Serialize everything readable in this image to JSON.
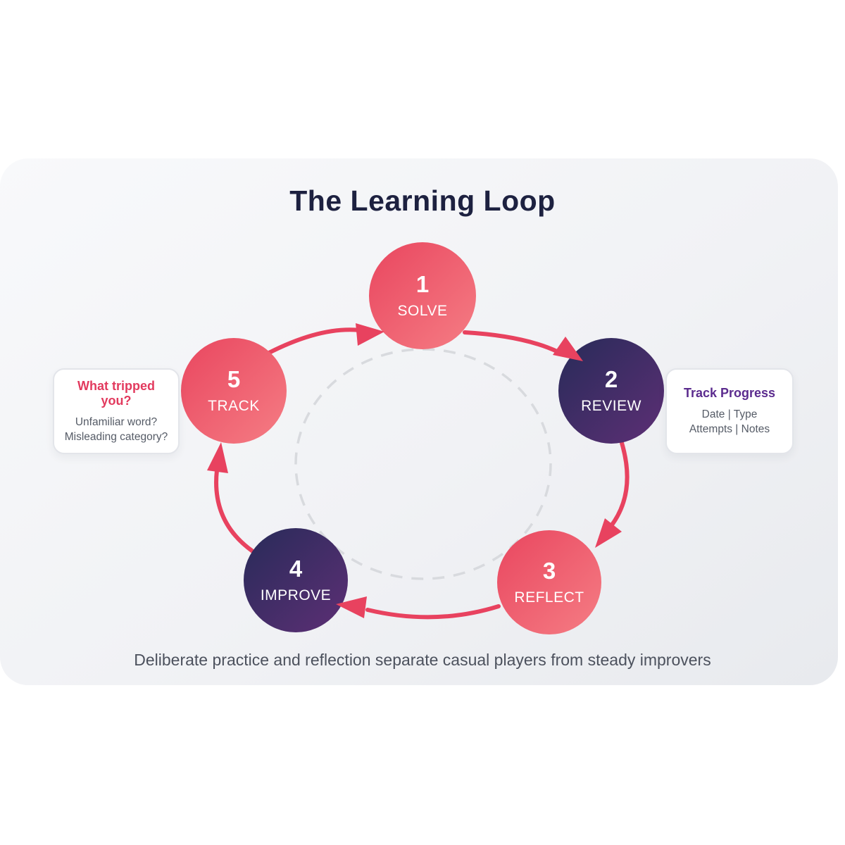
{
  "title": "The Learning Loop",
  "caption": "Deliberate practice and reflection separate casual players from steady improvers",
  "steps": [
    {
      "number": "1",
      "label": "SOLVE"
    },
    {
      "number": "2",
      "label": "REVIEW"
    },
    {
      "number": "3",
      "label": "REFLECT"
    },
    {
      "number": "4",
      "label": "IMPROVE"
    },
    {
      "number": "5",
      "label": "TRACK"
    }
  ],
  "callouts": {
    "left": {
      "title": "What tripped you?",
      "lines": [
        "Unfamiliar word?",
        "Misleading category?"
      ]
    },
    "right": {
      "title": "Track Progress",
      "lines": [
        "Date | Type",
        "Attempts | Notes"
      ]
    }
  },
  "colors": {
    "accent_red": "#e8425f",
    "accent_navy": "#282b59",
    "accent_purple": "#5b2b8e",
    "title_text": "#1d2140",
    "body_text": "#4c515d",
    "dashed_guide": "#d8dade",
    "card_background": "#f1f2f5"
  }
}
